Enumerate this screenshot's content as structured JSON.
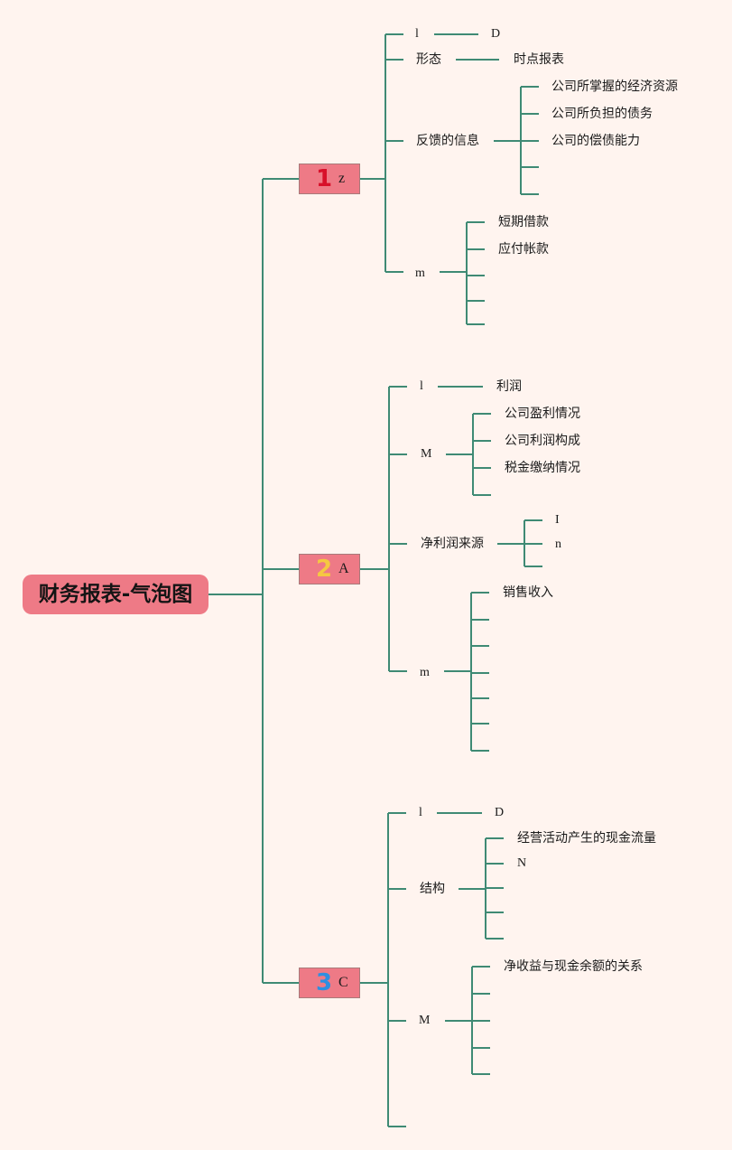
{
  "root": {
    "title": "财务报表-气泡图"
  },
  "branches": [
    {
      "num": "1",
      "num_color": "#d8102a",
      "label": "z"
    },
    {
      "num": "2",
      "num_color": "#f5c842",
      "label": "A"
    },
    {
      "num": "3",
      "num_color": "#2f8fe0",
      "label": "C"
    }
  ],
  "b1": {
    "l": "l",
    "l_child": "D",
    "xingtai": "形态",
    "xingtai_child": "时点报表",
    "fankui": "反馈的信息",
    "fankui_children": [
      "公司所掌握的经济资源",
      "公司所负担的债务",
      "公司的偿债能力"
    ],
    "m": "m",
    "m_children": [
      "短期借款",
      "应付帐款"
    ]
  },
  "b2": {
    "l": "l",
    "l_child": "利润",
    "M": "M",
    "M_children": [
      "公司盈利情况",
      "公司利润构成",
      "税金缴纳情况"
    ],
    "jingli": "净利润来源",
    "jingli_children": [
      "I",
      "n"
    ],
    "m": "m",
    "m_children": [
      "销售收入"
    ]
  },
  "b3": {
    "l": "l",
    "l_child": "D",
    "jiegou": "结构",
    "jiegou_children": [
      "经营活动产生的现金流量",
      "N"
    ],
    "M": "M",
    "M_children": [
      "净收益与现金余额的关系"
    ]
  },
  "colors": {
    "line": "#3f8a74",
    "node": "#ee7a86",
    "background": "#fff4ef"
  }
}
